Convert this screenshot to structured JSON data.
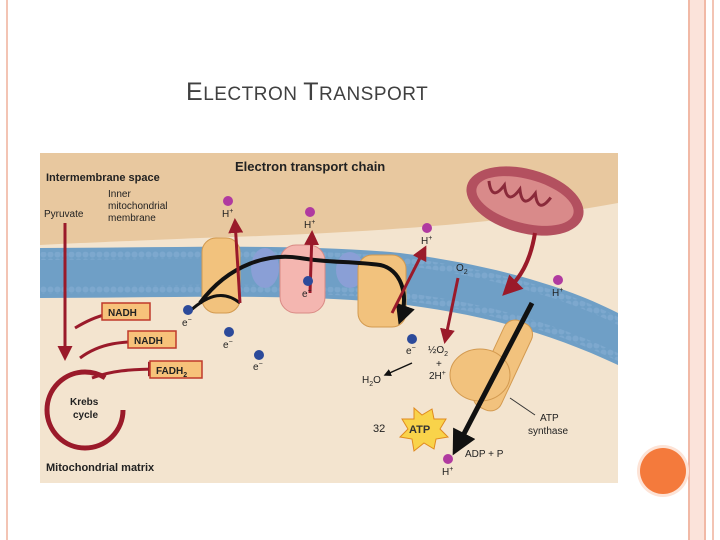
{
  "slide": {
    "title_first": "E",
    "title_rest1": "LECTRON ",
    "title_first2": "T",
    "title_rest2": "RANSPORT"
  },
  "diagram": {
    "heading": "Electron transport chain",
    "intermembrane_space": "Intermembrane space",
    "membrane_line1": "Inner",
    "membrane_line2": "mitochondrial",
    "membrane_line3": "membrane",
    "pyruvate": "Pyruvate",
    "nadh1": "NADH",
    "nadh2": "NADH",
    "fadh2": "FADH",
    "fadh2_sub": "2",
    "krebs_line1": "Krebs",
    "krebs_line2": "cycle",
    "matrix": "Mitochondrial matrix",
    "h_plus": "H",
    "electron": "e",
    "o2": "O",
    "half": "½",
    "o2_half": "O",
    "h2o": "H",
    "h2o_end": "O",
    "two_h": "2H",
    "atp_count": "32",
    "atp": "ATP",
    "atp_synthase_line1": "ATP",
    "atp_synthase_line2": "synthase",
    "adp_p": "ADP + P"
  },
  "colors": {
    "title": "#404040",
    "membrane_blue": "#6f9fc6",
    "intermembrane": "#e9c79f",
    "matrix": "#f3e2c9",
    "arrow_red": "#9a1a2a",
    "protein": "#f2c27d",
    "label_box": "#f7c27a",
    "proton_purple": "#b03aa0",
    "accent_orange": "#f47a3c"
  }
}
